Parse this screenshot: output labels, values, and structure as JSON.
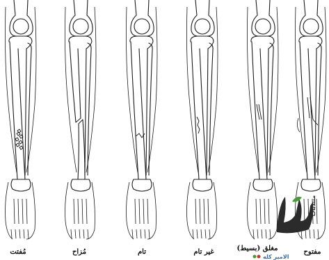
{
  "figure": {
    "panels": [
      {
        "id": "comminuted",
        "caption": "مُفتت",
        "fracture": "comminuted"
      },
      {
        "id": "displaced",
        "caption": "مُزاح",
        "fracture": "displaced"
      },
      {
        "id": "complete",
        "caption": "تام",
        "fracture": "complete"
      },
      {
        "id": "incomplete",
        "caption": "غير تام",
        "fracture": "incomplete"
      },
      {
        "id": "closed",
        "caption": "مغلق (بسيط)",
        "fracture": "closed"
      },
      {
        "id": "open",
        "caption": "مفتوح",
        "fracture": "open"
      }
    ]
  },
  "watermark": {
    "top_label": "منتديات",
    "bottom_label": "الامير كله"
  },
  "colors": {
    "line": "#1a1a1a",
    "watermark_dark": "#2b2b2b",
    "watermark_green": "#4a9a3a",
    "watermark_blue": "#3a6ab0",
    "watermark_red": "#c0392b"
  }
}
